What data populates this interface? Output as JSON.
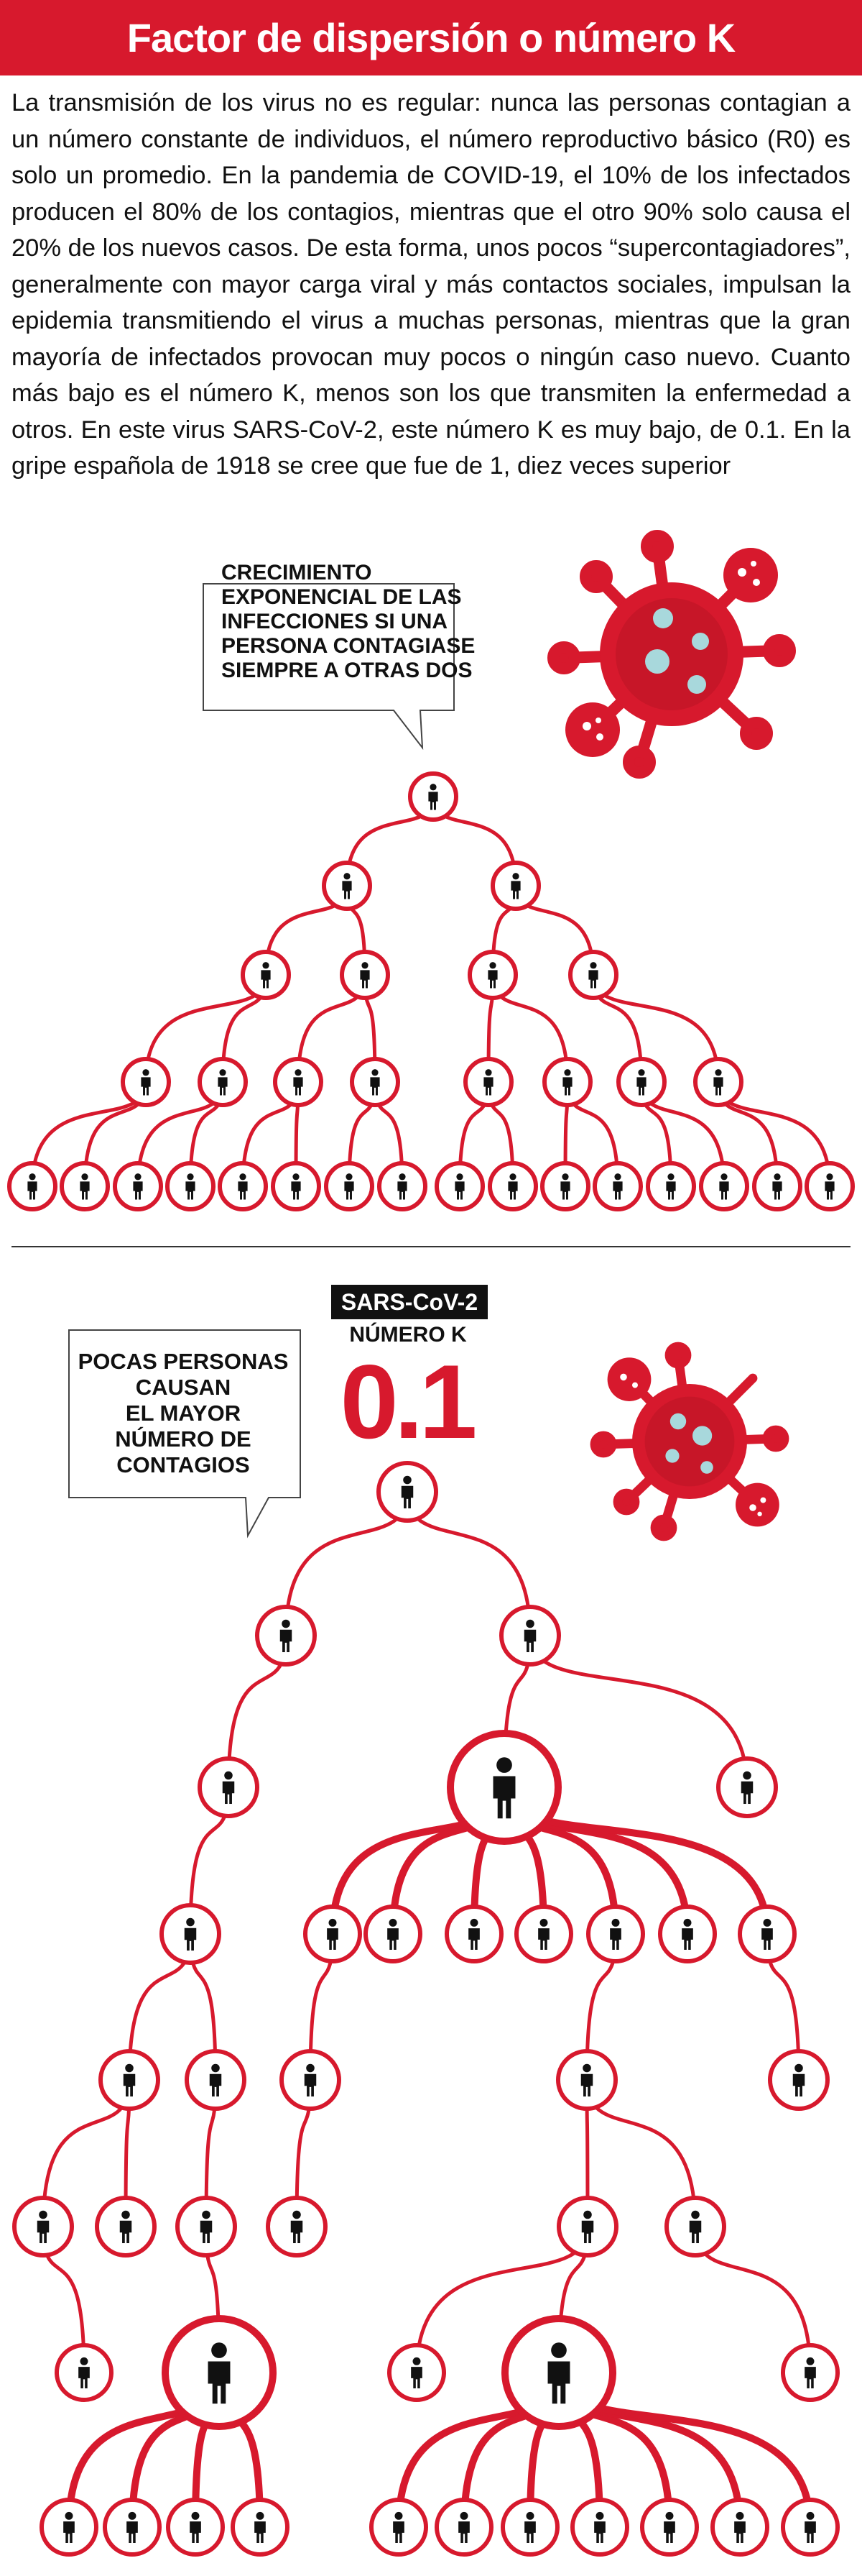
{
  "title": "Factor de dispersión o número K",
  "intro": "La transmisión de los virus no es regular: nunca las personas contagian a un número constante de individuos, el número reproductivo básico (R0) es solo un promedio. En la pandemia de COVID-19, el 10% de los infectados producen el 80% de los contagios, mientras que el otro 90% solo causa el 20% de los nuevos casos. De esta forma, unos pocos “supercontagiadores”, generalmente con mayor carga viral y más contactos sociales, impulsan la epidemia transmitiendo el virus a muchas personas, mientras que la gran mayoría de infectados provocan muy pocos o ningún caso nuevo. Cuanto más bajo es el número K, menos son los que transmiten la enfermedad a otros. En este virus SARS-CoV-2, este número K es muy bajo, de 0.1. En la gripe española de 1918 se cree que fue de 1, diez veces superior",
  "callout_top": [
    "CRECIMIENTO",
    "EXPONENCIAL DE LAS",
    "INFECCIONES SI UNA",
    "PERSONA CONTAGIASE",
    "SIEMPRE A OTRAS DOS"
  ],
  "callout_bottom": [
    "POCAS PERSONAS",
    "CAUSAN",
    "EL MAYOR",
    "NÚMERO DE",
    "CONTAGIOS"
  ],
  "virus_label": "SARS-CoV-2",
  "k_label": "NÚMERO K",
  "k_value": "0.1",
  "colors": {
    "accent": "#d7192d",
    "text": "#111111",
    "virus_dot": "#a8d8dc"
  },
  "icons": [
    "virus-icon",
    "person-icon"
  ]
}
